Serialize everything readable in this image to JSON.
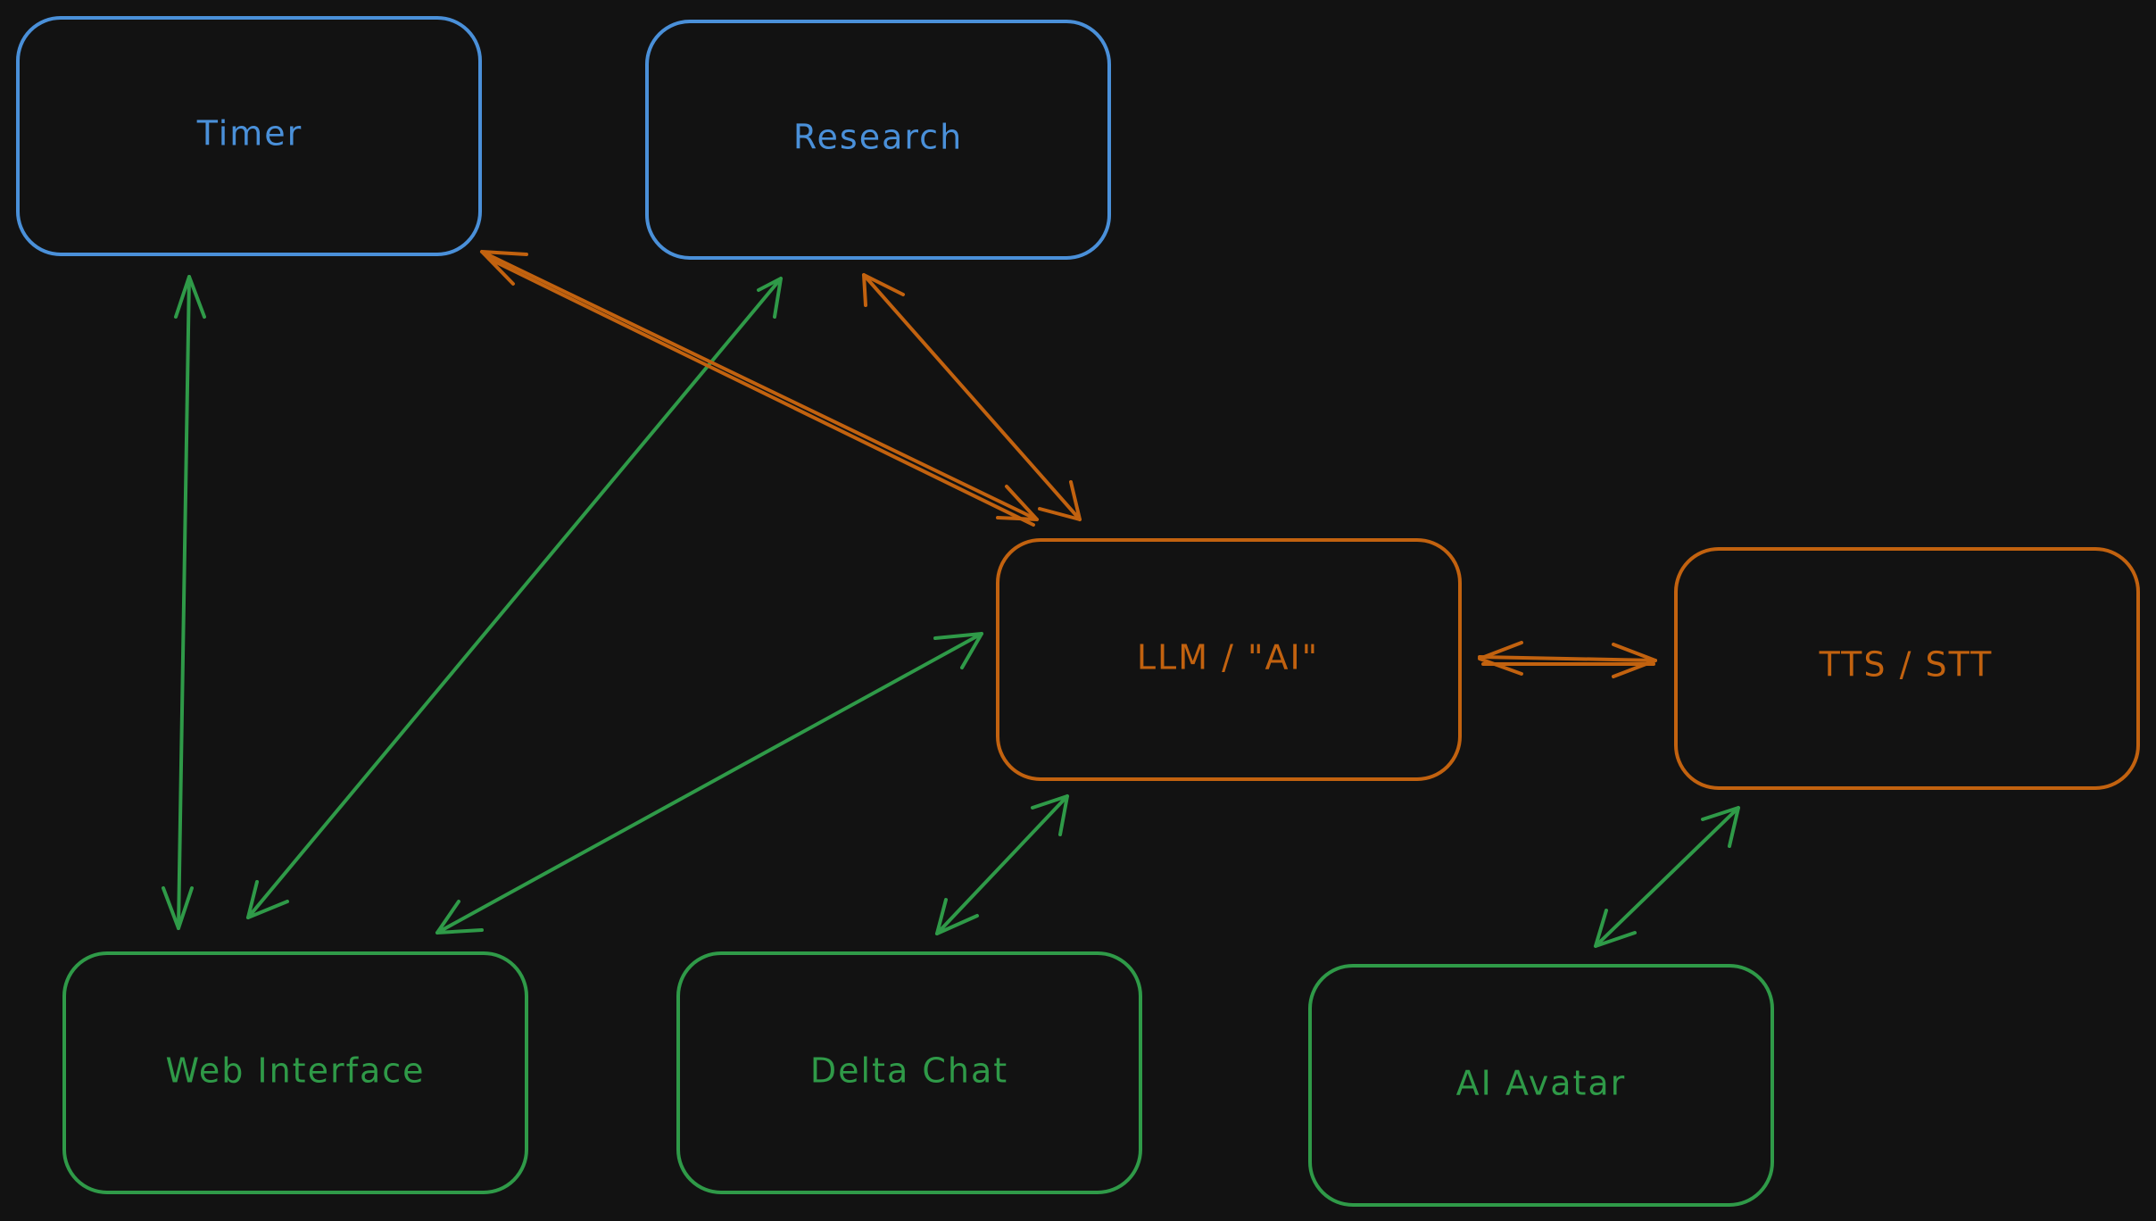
{
  "colors": {
    "background": "#121212",
    "blue": "#4a90d9",
    "green": "#2f9a48",
    "orange": "#c2620f"
  },
  "nodes": {
    "timer": {
      "label": "Timer",
      "color": "blue"
    },
    "research": {
      "label": "Research",
      "color": "blue"
    },
    "llm": {
      "label": "LLM / \"AI\"",
      "color": "orange"
    },
    "tts": {
      "label": "TTS / STT",
      "color": "orange"
    },
    "web": {
      "label": "Web Interface",
      "color": "green"
    },
    "delta": {
      "label": "Delta Chat",
      "color": "green"
    },
    "avatar": {
      "label": "AI Avatar",
      "color": "green"
    }
  },
  "edges": [
    {
      "from": "timer",
      "to": "web",
      "color": "green",
      "bidirectional": true
    },
    {
      "from": "research",
      "to": "web",
      "color": "green",
      "bidirectional": true
    },
    {
      "from": "llm",
      "to": "web",
      "color": "green",
      "bidirectional": true
    },
    {
      "from": "timer",
      "to": "llm",
      "color": "orange",
      "bidirectional": true
    },
    {
      "from": "research",
      "to": "llm",
      "color": "orange",
      "bidirectional": true
    },
    {
      "from": "llm",
      "to": "tts",
      "color": "orange",
      "bidirectional": true
    },
    {
      "from": "llm",
      "to": "delta",
      "color": "green",
      "bidirectional": true
    },
    {
      "from": "tts",
      "to": "avatar",
      "color": "green",
      "bidirectional": true
    }
  ]
}
